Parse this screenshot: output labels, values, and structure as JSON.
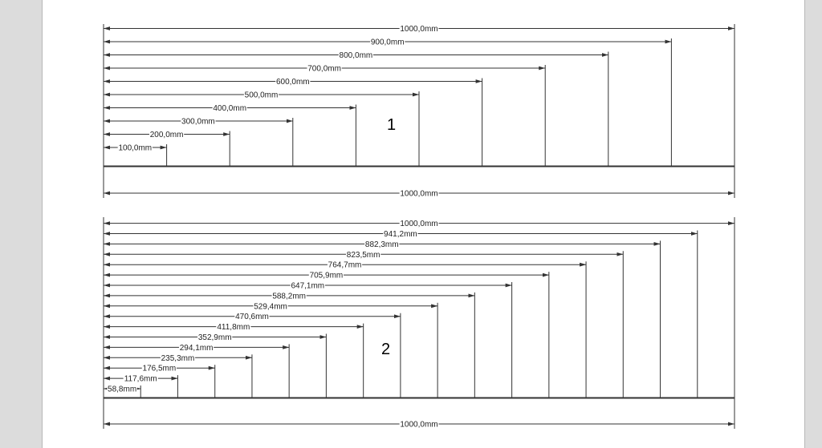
{
  "diagram_1": {
    "label": "1",
    "dimensions": [
      "100,0mm",
      "200,0mm",
      "300,0mm",
      "400,0mm",
      "500,0mm",
      "600,0mm",
      "700,0mm",
      "800,0mm",
      "900,0mm",
      "1000,0mm"
    ],
    "values_mm": [
      100,
      200,
      300,
      400,
      500,
      600,
      700,
      800,
      900,
      1000
    ],
    "total_label": "1000,0mm"
  },
  "diagram_2": {
    "label": "2",
    "dimensions": [
      "58,8mm",
      "117,6mm",
      "176,5mm",
      "235,3mm",
      "294,1mm",
      "352,9mm",
      "411,8mm",
      "470,6mm",
      "529,4mm",
      "588,2mm",
      "647,1mm",
      "705,9mm",
      "764,7mm",
      "823,5mm",
      "882,3mm",
      "941,2mm",
      "1000,0mm"
    ],
    "values_mm": [
      58.8,
      117.6,
      176.5,
      235.3,
      294.1,
      352.9,
      411.8,
      470.6,
      529.4,
      588.2,
      647.1,
      705.9,
      764.7,
      823.5,
      882.3,
      941.2,
      1000
    ],
    "total_label": "1000,0mm"
  }
}
